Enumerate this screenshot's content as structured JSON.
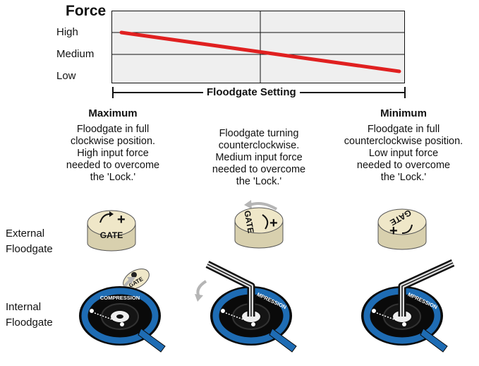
{
  "chart": {
    "y_title": "Force",
    "y_levels": [
      "High",
      "Medium",
      "Low"
    ],
    "x_label": "Floodgate Setting"
  },
  "chart_data": {
    "type": "line",
    "title": "",
    "xlabel": "Floodgate Setting",
    "ylabel": "Force",
    "categories": [
      "Maximum",
      "Minimum"
    ],
    "y_categories": [
      "Low",
      "Medium",
      "High"
    ],
    "series": [
      {
        "values": [
          "High",
          "Low"
        ]
      }
    ],
    "line_color": "#e02020",
    "grid": true
  },
  "columns": [
    {
      "title": "Maximum",
      "lines": [
        "Floodgate in full",
        "clockwise position.",
        "High input force",
        "needed to overcome",
        "the 'Lock.'"
      ],
      "knob_label": "GATE"
    },
    {
      "title": "",
      "lines": [
        "Floodgate turning",
        "counterclockwise.",
        "Medium input force",
        "needed to overcome",
        "the 'Lock.'"
      ],
      "knob_label": "GATE"
    },
    {
      "title": "Minimum",
      "lines": [
        "Floodgate in full",
        "counterclockwise position.",
        "Low input force",
        "needed to overcome",
        "the 'Lock.'"
      ],
      "knob_label": "GATE"
    }
  ],
  "row_labels": {
    "external": [
      "External",
      "Floodgate"
    ],
    "internal": [
      "Internal",
      "Floodgate"
    ]
  },
  "dial_text": "COMPRESSION",
  "dial_text_short": "MPRESSION",
  "colors": {
    "dial_blue": "#1e6cb4",
    "dial_dark": "#0a0a0a",
    "knob": "#efe7c8",
    "arrow_gray": "#b5b5b5",
    "line_red": "#e02020"
  },
  "icons": [
    "plus-icon",
    "curved-arrow-icon",
    "lock-icon",
    "wrench-icon"
  ]
}
